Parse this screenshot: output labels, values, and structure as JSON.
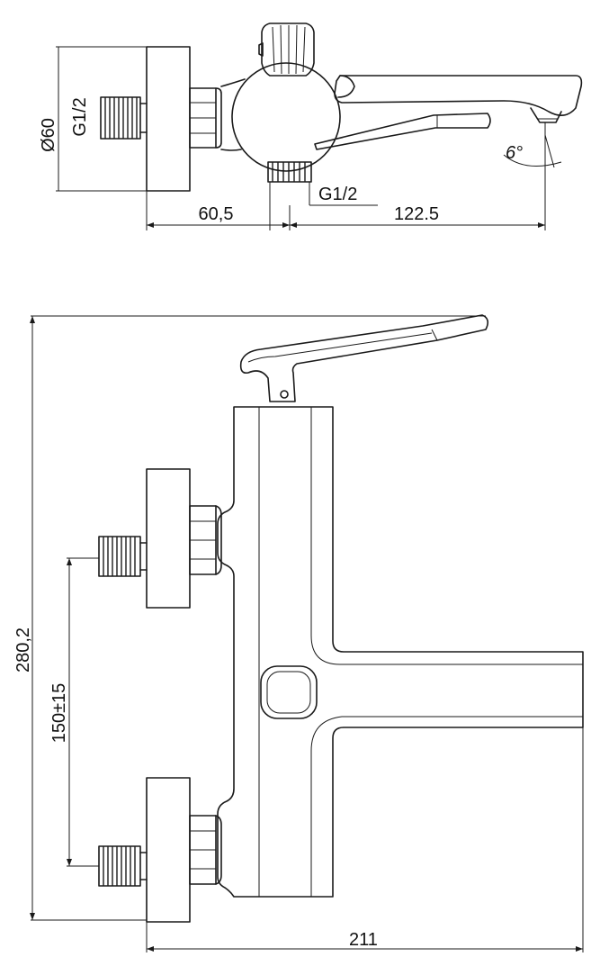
{
  "top_view": {
    "diameter_label": "Ø60",
    "inlet_thread_label": "G1/2",
    "outlet_thread_label": "G1/2",
    "spout_angle_label": "6°",
    "dim_left_label": "60,5",
    "dim_right_label": "122.5"
  },
  "front_view": {
    "height_label": "280,2",
    "inlet_spacing_label": "150±15",
    "width_label": "211"
  },
  "colors": {
    "line": "#1a1a1a",
    "background": "#ffffff"
  }
}
